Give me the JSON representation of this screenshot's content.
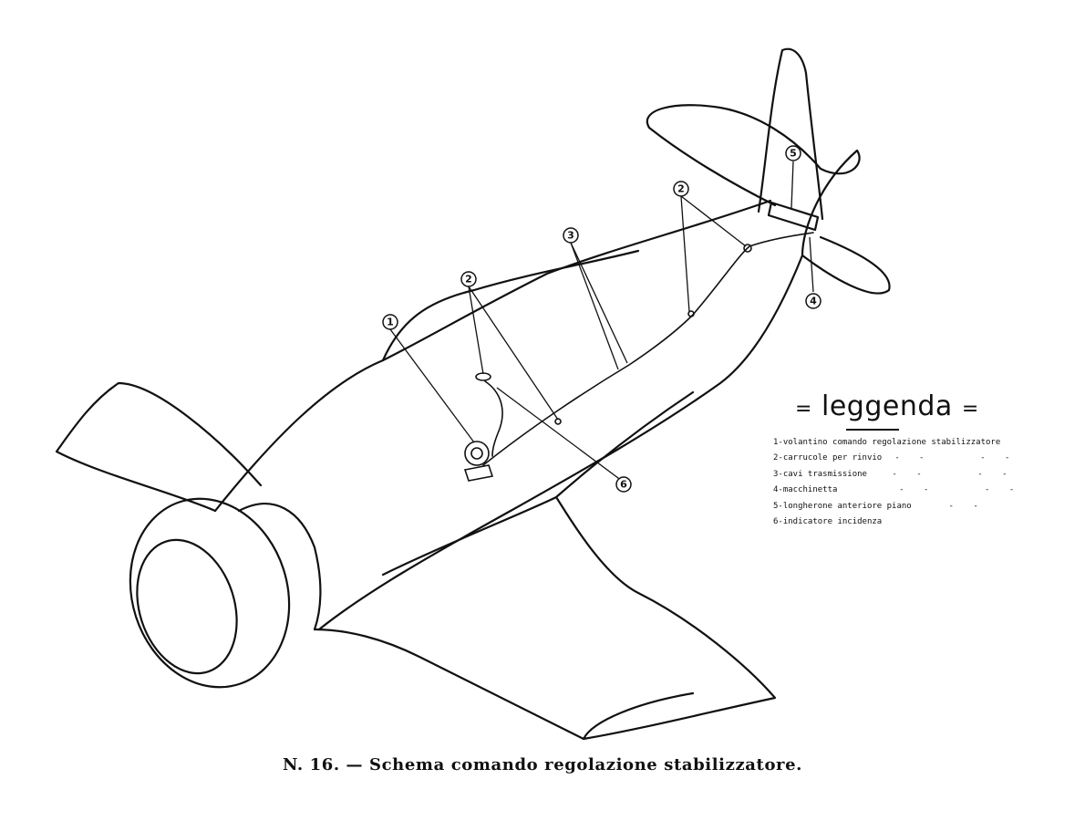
{
  "diagram": {
    "callouts": [
      "1",
      "2",
      "2",
      "3",
      "4",
      "5",
      "6"
    ]
  },
  "legend": {
    "title": "leggenda",
    "items": [
      "1-volantino comando regolazione stabilizzatore",
      "2-carrucole per rinvio",
      "3-cavi trasmissione",
      "4-macchinetta",
      "5-longherone anteriore piano",
      "6-indicatore incidenza"
    ]
  },
  "caption": "N. 16. — Schema comando regolazione stabilizzatore."
}
